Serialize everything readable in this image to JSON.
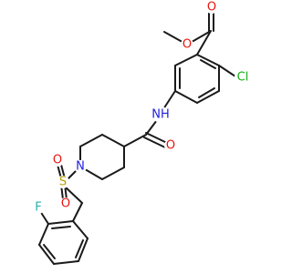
{
  "molecule": {
    "colors": {
      "bond": "#1a1a1a",
      "carbon": "#1a1a1a",
      "oxygen": "#e8140f",
      "nitrogen": "#2020e0",
      "sulfur": "#b8a000",
      "chlorine": "#12b012",
      "fluorine": "#27b0b0"
    },
    "atom_labels": {
      "o_ester": "O",
      "o_carbonyl_ester": "O",
      "cl": "Cl",
      "nh": "NH",
      "o_amide": "O",
      "n_ring": "N",
      "s": "S",
      "o_s_top": "O",
      "o_s_bottom": "O",
      "f": "F"
    }
  }
}
